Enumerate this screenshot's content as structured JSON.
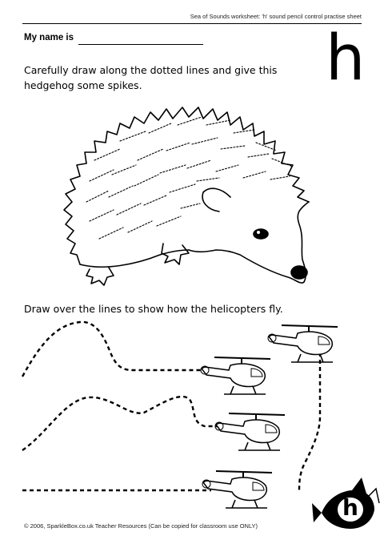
{
  "header": {
    "title": "Sea of Sounds worksheet: 'h' sound pencil control practise sheet"
  },
  "name_field": {
    "label": "My name is"
  },
  "letter": "h",
  "instructions": {
    "hedgehog": "Carefully draw along the dotted lines and give this hedgehog some spikes.",
    "helicopters": "Draw over the lines to show how the helicopters fly."
  },
  "footer": {
    "copyright": "© 2006, SparkleBox.co.uk Teacher Resources (Can be copied for classroom use ONLY)",
    "badge_letter": "h"
  },
  "icons": {
    "main_picture": "hedgehog-icon",
    "vehicle": "helicopter-icon",
    "badge": "fish-icon"
  }
}
